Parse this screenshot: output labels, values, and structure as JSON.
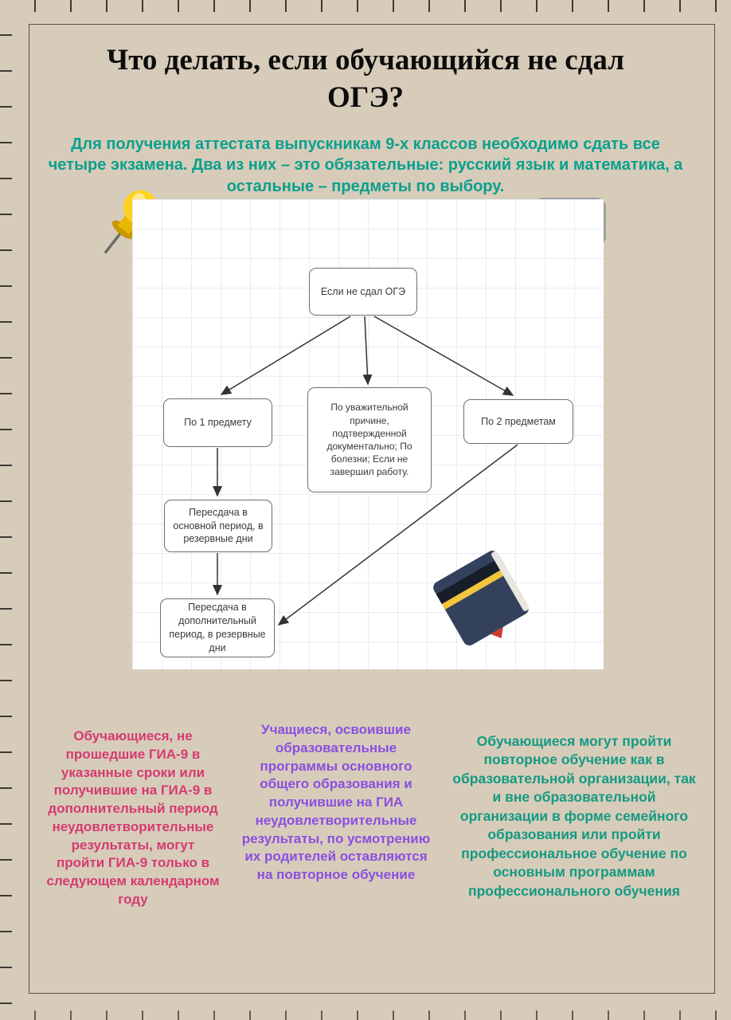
{
  "page": {
    "title": "Что делать, если обучающийся не сдал ОГЭ?",
    "intro": "Для получения аттестата выпускникам 9-х классов необходимо сдать все четыре экзамена.  Два из них – это обязательные: русский язык и математика, а остальные – предметы по выбору."
  },
  "flowchart": {
    "nodes": {
      "root": {
        "label": "Если не сдал ОГЭ"
      },
      "one_subject": {
        "label": "По 1 предмету"
      },
      "valid_reason": {
        "label": "По уважительной причине, подтвержденной документально; По болезни; Если не завершил работу."
      },
      "two_subjects": {
        "label": "По 2 предметам"
      },
      "retake_main": {
        "label": "Пересдача в основной период, в резервные дни"
      },
      "retake_additional": {
        "label": "Пересдача в дополнительный период, в резервные дни"
      }
    }
  },
  "columns": [
    {
      "text": "Обучающиеся, не прошедшие ГИА-9 в указанные сроки или получившие на ГИА-9 в дополнительный период неудовлетворительные результаты, могут пройти ГИА-9 только в следующем календарном году"
    },
    {
      "text": "Учащиеся, освоившие образовательные программы основного общего образования и получившие на ГИА неудовлетворительные результаты, по усмотрению их родителей оставляются на повторное обучение"
    },
    {
      "text": "Обучающиеся могут пройти повторное обучение как в образовательной организации, так и вне образовательной организации в форме семейного образования или пройти профессиональное обучение по основным программам профессионального обучения"
    }
  ],
  "icons": {
    "pushpin": "pushpin-icon",
    "people": "presentation-people-icon",
    "book": "book-icon"
  },
  "colors": {
    "background": "#d7ccba",
    "title": "#0c0c0c",
    "intro_teal": "#0aa08d",
    "column_pink": "#d63a70",
    "column_purple": "#8a4fe0",
    "column_green": "#149a82",
    "pushpin_yellow": "#ffd21e",
    "person_orange": "#ff8a00",
    "person_purple": "#8c90f5",
    "book_navy": "#34415c",
    "book_stripe_yellow": "#f2c53d"
  }
}
